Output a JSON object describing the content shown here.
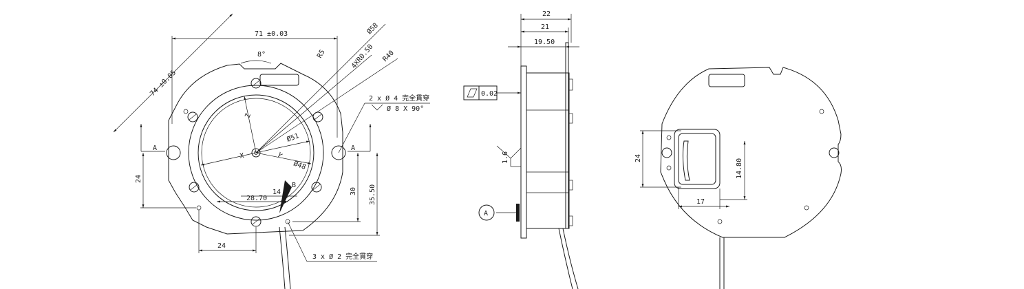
{
  "front_view": {
    "dims": {
      "d71": "71 ±0.03",
      "d74": "74 ±0.05",
      "d58": "Ø58",
      "r5": "R5",
      "r40": "R40",
      "d4xr": "4XR0.50",
      "angle8": "8°",
      "d51": "Ø51",
      "d48": "Ø48",
      "d24_left": "24",
      "d24_bottom": "24",
      "d30": "30",
      "d35": "35.50",
      "d14": "14",
      "d28": "28.70"
    },
    "datum_labels": {
      "a_left": "A",
      "a_right": "A",
      "b": "B"
    },
    "notes": {
      "hole4": "2 x Ø 4 完全貫穿",
      "csk": "Ø 8 X 90°",
      "hole2": "3 x Ø 2 完全貫穿"
    },
    "axis_labels": {
      "z": "Z",
      "x": "X",
      "y": "Y"
    }
  },
  "side_view": {
    "dims": {
      "d22": "22",
      "d21": "21",
      "d19": "19.50"
    },
    "flatness": "0.02",
    "roughness": "1.6",
    "datum": "A"
  },
  "rear_view": {
    "dims": {
      "d24": "24",
      "d14": "14.80",
      "d17": "17"
    }
  }
}
